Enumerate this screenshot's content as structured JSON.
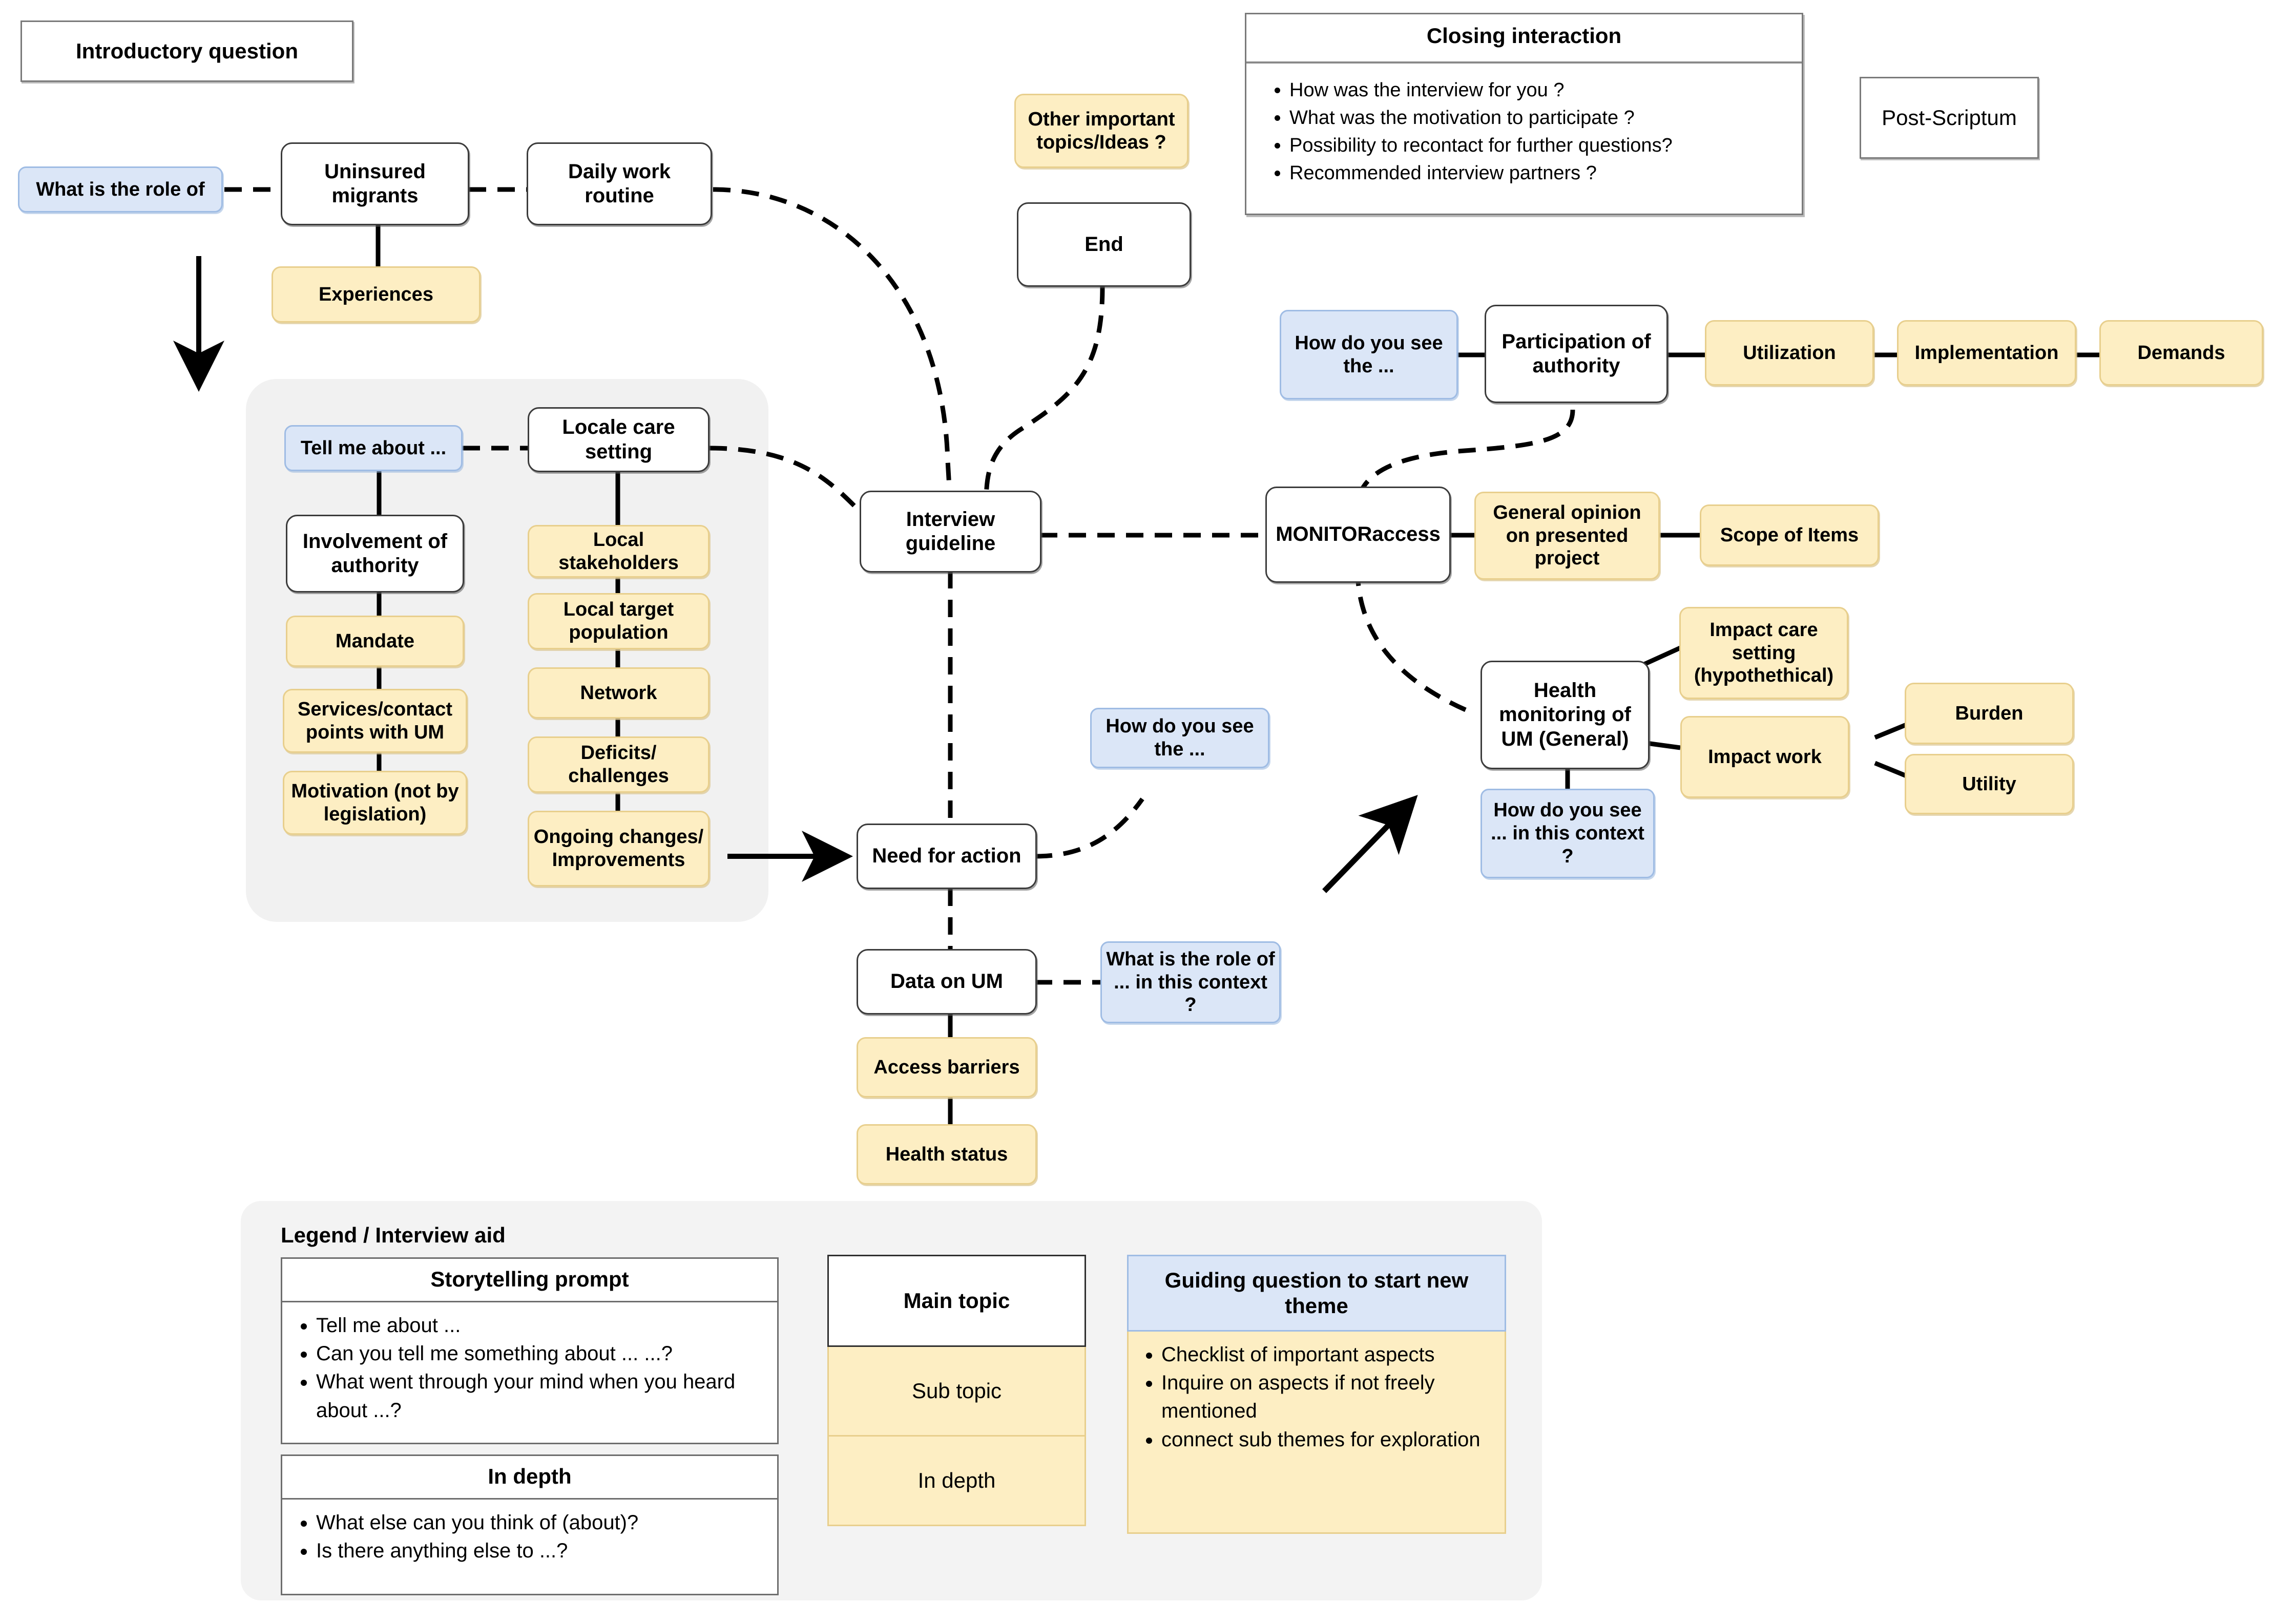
{
  "colors": {
    "main_topic_fill": "#ffffff",
    "main_topic_border": "#3b3b3b",
    "sub_topic_fill": "#fdeec3",
    "sub_topic_border": "#e8cf8d",
    "guiding_question_fill": "#dbe6f7",
    "guiding_question_border": "#9fbce4",
    "group_panel_fill": "#f1f1f1",
    "legend_panel_fill": "#f3f3f3",
    "connector": "#000000"
  },
  "intro_box": {
    "label": "Introductory question"
  },
  "post_scriptum_box": {
    "label": "Post-Scriptum"
  },
  "closing_card": {
    "title": "Closing interaction",
    "items": [
      "How was the interview  for you ?",
      "What was the motivation to participate ?",
      "Possibility to recontact for further questions?",
      "Recommended interview partners ?"
    ]
  },
  "nodes": {
    "what_is_role_of": {
      "label": "What is the role of",
      "kind": "guiding-question"
    },
    "uninsured_migrants": {
      "label": "Uninsured migrants",
      "kind": "main-topic"
    },
    "daily_work_routine": {
      "label": "Daily work routine",
      "kind": "main-topic"
    },
    "experiences": {
      "label": "Experiences",
      "kind": "sub-topic"
    },
    "other_important_topics": {
      "label": "Other important topics/Ideas ?",
      "kind": "sub-topic"
    },
    "end": {
      "label": "End",
      "kind": "main-topic"
    },
    "tell_me_about": {
      "label": "Tell me about ...",
      "kind": "guiding-question"
    },
    "locale_care_setting": {
      "label": "Locale care setting",
      "kind": "main-topic"
    },
    "involvement_of_authority": {
      "label": "Involvement of authority",
      "kind": "main-topic"
    },
    "mandate": {
      "label": "Mandate",
      "kind": "sub-topic"
    },
    "services_contact_points": {
      "label": "Services/contact points with UM",
      "kind": "sub-topic"
    },
    "motivation": {
      "label": "Motivation (not by legislation)",
      "kind": "sub-topic"
    },
    "local_stakeholders": {
      "label": "Local stakeholders",
      "kind": "sub-topic"
    },
    "local_target_population": {
      "label": "Local target population",
      "kind": "sub-topic"
    },
    "network": {
      "label": "Network",
      "kind": "sub-topic"
    },
    "deficits_challenges": {
      "label": "Deficits/ challenges",
      "kind": "sub-topic"
    },
    "ongoing_changes": {
      "label": "Ongoing changes/ Improvements",
      "kind": "sub-topic"
    },
    "interview_guideline": {
      "label": "Interview guideline",
      "kind": "main-topic"
    },
    "need_for_action": {
      "label": "Need for action",
      "kind": "main-topic"
    },
    "how_do_you_see_the_mid": {
      "label": "How do you see the ...",
      "kind": "guiding-question"
    },
    "data_on_um": {
      "label": "Data on UM",
      "kind": "main-topic"
    },
    "what_is_role_context": {
      "label": "What is the role of ... in this context ?",
      "kind": "guiding-question"
    },
    "access_barriers": {
      "label": "Access barriers",
      "kind": "sub-topic"
    },
    "health_status": {
      "label": "Health status",
      "kind": "sub-topic"
    },
    "how_do_you_see_the_top": {
      "label": "How do you see the ...",
      "kind": "guiding-question"
    },
    "participation_authority": {
      "label": "Participation of authority",
      "kind": "main-topic"
    },
    "utilization": {
      "label": "Utilization",
      "kind": "sub-topic"
    },
    "implementation": {
      "label": "Implementation",
      "kind": "sub-topic"
    },
    "demands": {
      "label": "Demands",
      "kind": "sub-topic"
    },
    "monitoraccess": {
      "label": "MONITORaccess",
      "kind": "main-topic"
    },
    "general_opinion": {
      "label": "General opinion on presented project",
      "kind": "sub-topic"
    },
    "scope_of_items": {
      "label": "Scope of Items",
      "kind": "sub-topic"
    },
    "impact_care_setting": {
      "label": "Impact care setting (hypothethical)",
      "kind": "sub-topic"
    },
    "health_monitoring_um": {
      "label": "Health monitoring of UM (General)",
      "kind": "main-topic"
    },
    "impact_work": {
      "label": "Impact work",
      "kind": "sub-topic"
    },
    "burden": {
      "label": "Burden",
      "kind": "sub-topic"
    },
    "utility": {
      "label": "Utility",
      "kind": "sub-topic"
    },
    "how_do_you_see_context": {
      "label": "How do you see ... in this context ?",
      "kind": "guiding-question"
    }
  },
  "legend": {
    "title": "Legend / Interview aid",
    "storytelling": {
      "head": "Storytelling prompt",
      "items": [
        "Tell me about ...",
        "Can you tell me something about ... ...?",
        "What went through your mind when you heard about ...?"
      ]
    },
    "in_depth": {
      "head": "In depth",
      "items": [
        "What else can you think of (about)?",
        "Is there anything else to ...?"
      ]
    },
    "key_stack": {
      "main_topic": "Main topic",
      "sub_topic": "Sub topic",
      "in_depth": "In depth"
    },
    "guiding": {
      "head": "Guiding question to start new theme",
      "items": [
        "Checklist of important aspects",
        "Inquire on aspects if not freely mentioned",
        "connect sub themes for exploration"
      ]
    }
  }
}
